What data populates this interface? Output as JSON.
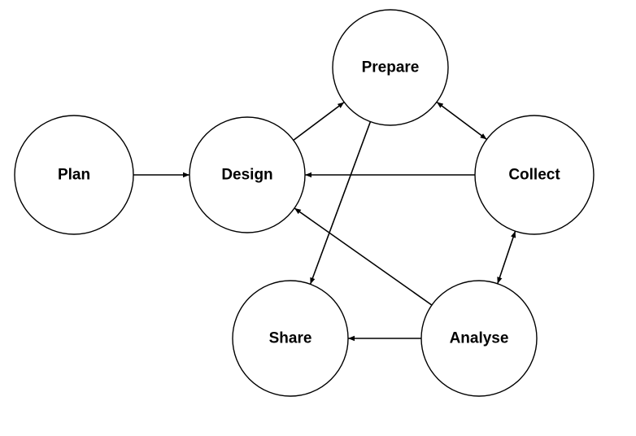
{
  "colors": {
    "background": "#ffffff",
    "stroke": "#000000",
    "text": "#000000"
  },
  "nodes": {
    "plan": "Plan",
    "design": "Design",
    "prepare": "Prepare",
    "collect": "Collect",
    "share": "Share",
    "analyse": "Analyse"
  },
  "edges": [
    {
      "from": "plan",
      "to": "design",
      "direction": "forward"
    },
    {
      "from": "design",
      "to": "prepare",
      "direction": "forward"
    },
    {
      "from": "prepare",
      "to": "collect",
      "direction": "both"
    },
    {
      "from": "collect",
      "to": "design",
      "direction": "forward"
    },
    {
      "from": "prepare",
      "to": "share",
      "direction": "forward"
    },
    {
      "from": "collect",
      "to": "analyse",
      "direction": "both"
    },
    {
      "from": "analyse",
      "to": "design",
      "direction": "forward"
    },
    {
      "from": "analyse",
      "to": "share",
      "direction": "forward"
    }
  ]
}
